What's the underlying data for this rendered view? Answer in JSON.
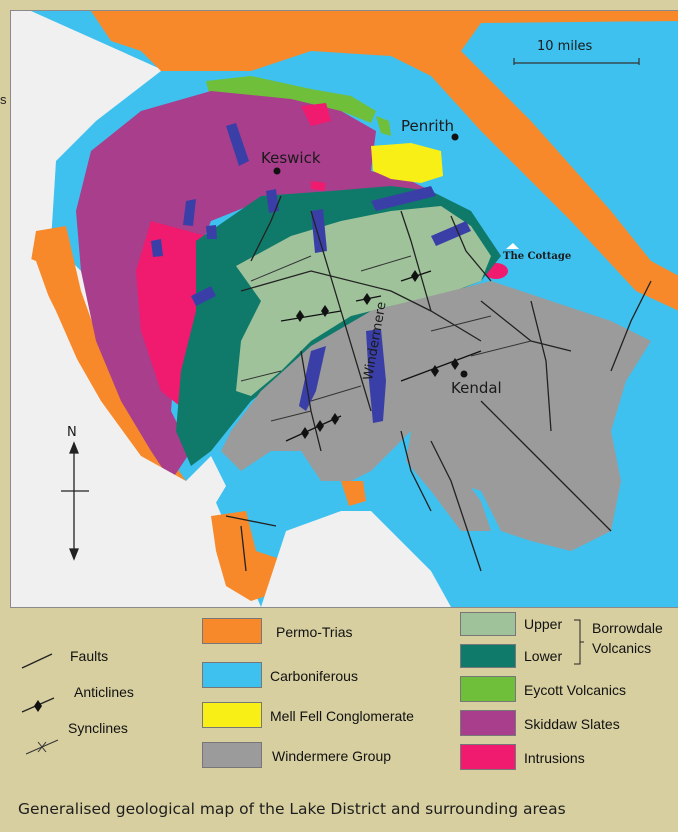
{
  "map": {
    "scale_label": "10 miles",
    "north_label": "N",
    "places": {
      "keswick": "Keswick",
      "penrith": "Penrith",
      "cottage": "The Cottage",
      "kendal": "Kendal",
      "windermere": "Windermere"
    },
    "edge_fragment": "s"
  },
  "legend": {
    "symbols": {
      "faults": "Faults",
      "anticlines": "Anticlines",
      "synclines": "Synclines"
    },
    "units": [
      {
        "label": "Permo-Trias",
        "color": "#f7892b"
      },
      {
        "label": "Carboniferous",
        "color": "#3ec1ef"
      },
      {
        "label": "Mell Fell Conglomerate",
        "color": "#f7ef16"
      },
      {
        "label": "Windermere Group",
        "color": "#9b9b9b"
      }
    ],
    "volcanics": [
      {
        "label": "Upper",
        "color": "#9fc29b"
      },
      {
        "label": "Lower",
        "color": "#0f7a6a"
      }
    ],
    "volcanics_group": {
      "line1": "Borrowdale",
      "line2": "Volcanics"
    },
    "units2": [
      {
        "label": "Eycott Volcanics",
        "color": "#6fbf3a"
      },
      {
        "label": "Skiddaw Slates",
        "color": "#a83e8c"
      },
      {
        "label": "Intrusions",
        "color": "#f01a6e"
      }
    ]
  },
  "caption": "Generalised geological map of the Lake District and surrounding areas"
}
